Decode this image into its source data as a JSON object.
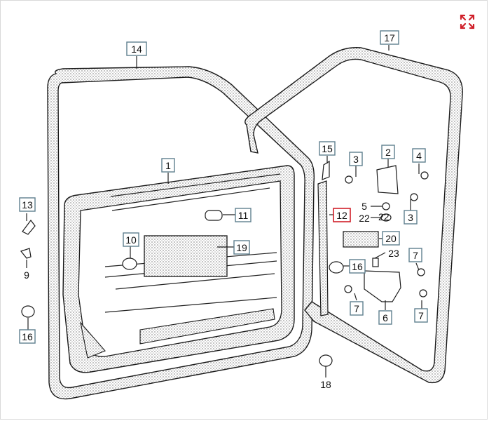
{
  "toolbar": {
    "expand_icon": "expand-arrows-icon",
    "accent": "#d0202a"
  },
  "callouts": {
    "c1": "1",
    "c2": "2",
    "c3a": "3",
    "c3b": "3",
    "c4": "4",
    "c5": "5",
    "c6": "6",
    "c7a": "7",
    "c7b": "7",
    "c7c": "7",
    "c9": "9",
    "c10": "10",
    "c11": "11",
    "c12": "12",
    "c13": "13",
    "c14": "14",
    "c15": "15",
    "c16a": "16",
    "c16b": "16",
    "c17": "17",
    "c18": "18",
    "c19": "19",
    "c20": "20",
    "c22a": "22",
    "c22b": "22",
    "c23": "23"
  },
  "colors": {
    "box_border": "#5f7f8f",
    "highlight_border": "#d0202a",
    "line": "#222222"
  }
}
